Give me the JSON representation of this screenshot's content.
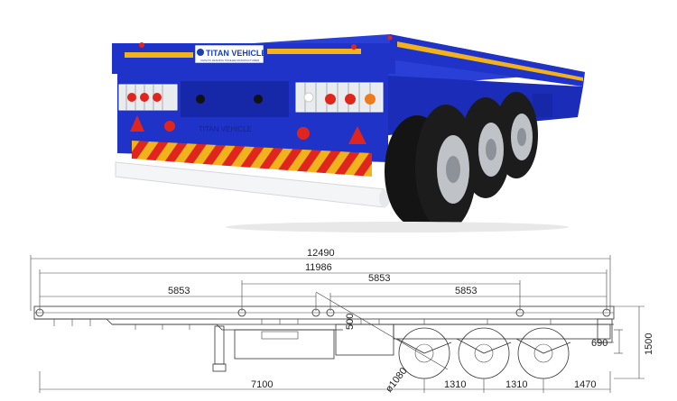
{
  "photo": {
    "brand_name": "TITAN VEHICLE",
    "brand_tagline": "CHINA'S LEADING TRAILER MANUFACTURER",
    "rear_plate_text": "TITAN VEHICLE",
    "colors": {
      "body": "#1f33c8",
      "stripe": "#f2b21b",
      "reflector_red": "#e0261c",
      "reflector_white": "#ffffff",
      "tire": "#1c1c1c",
      "rim": "#bfc3c8"
    }
  },
  "drawing": {
    "dimensions": {
      "overall_length": "12490",
      "deck_length": "11986",
      "twistlock_span_front": "5853",
      "twistlock_span_middle": "5853",
      "twistlock_span_rear": "5853",
      "kingpin_to_axle": "7100",
      "axle_spacing_1": "1310",
      "axle_spacing_2": "1310",
      "rear_overhang": "1470",
      "overall_height": "1500",
      "deck_height": "690",
      "wheel_diameter": "ø1080",
      "frame_depth": "500"
    }
  }
}
